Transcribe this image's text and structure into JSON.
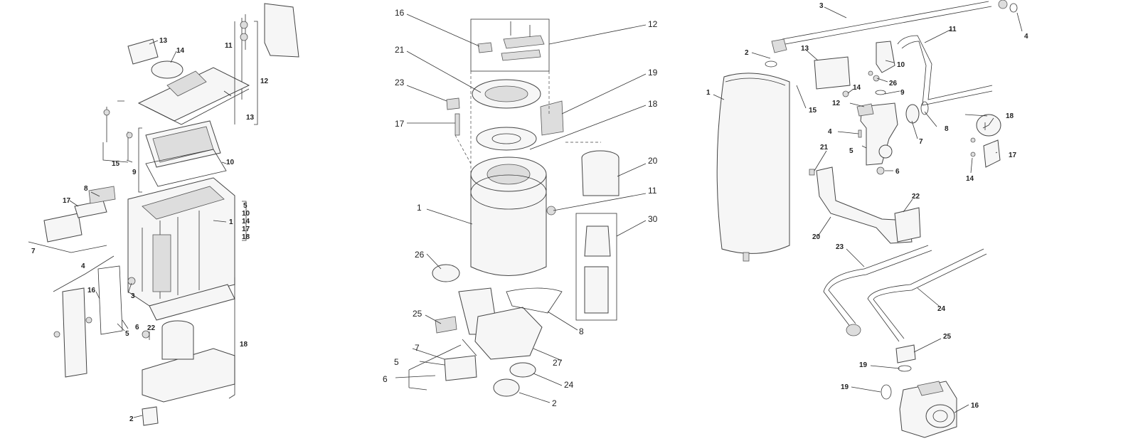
{
  "diagrams": [
    {
      "id": "heat-exchanger-assembly",
      "labels": [
        "13",
        "14",
        "11",
        "12",
        "13",
        "15",
        "9",
        "10",
        "8",
        "17",
        "7",
        "5",
        "10",
        "14",
        "17",
        "18",
        "1",
        "4",
        "16",
        "3",
        "6",
        "5",
        "22",
        "18",
        "2"
      ]
    },
    {
      "id": "burner-assembly",
      "labels": [
        "16",
        "12",
        "21",
        "19",
        "23",
        "18",
        "17",
        "20",
        "11",
        "1",
        "30",
        "26",
        "25",
        "8",
        "7",
        "27",
        "5",
        "6",
        "24",
        "2"
      ]
    },
    {
      "id": "hydraulic-assembly",
      "labels": [
        "3",
        "4",
        "2",
        "13",
        "11",
        "10",
        "1",
        "26",
        "14",
        "9",
        "15",
        "12",
        "8",
        "7",
        "18",
        "4",
        "17",
        "5",
        "14",
        "6",
        "21",
        "22",
        "20",
        "23",
        "24",
        "25",
        "19",
        "19",
        "16"
      ]
    }
  ]
}
